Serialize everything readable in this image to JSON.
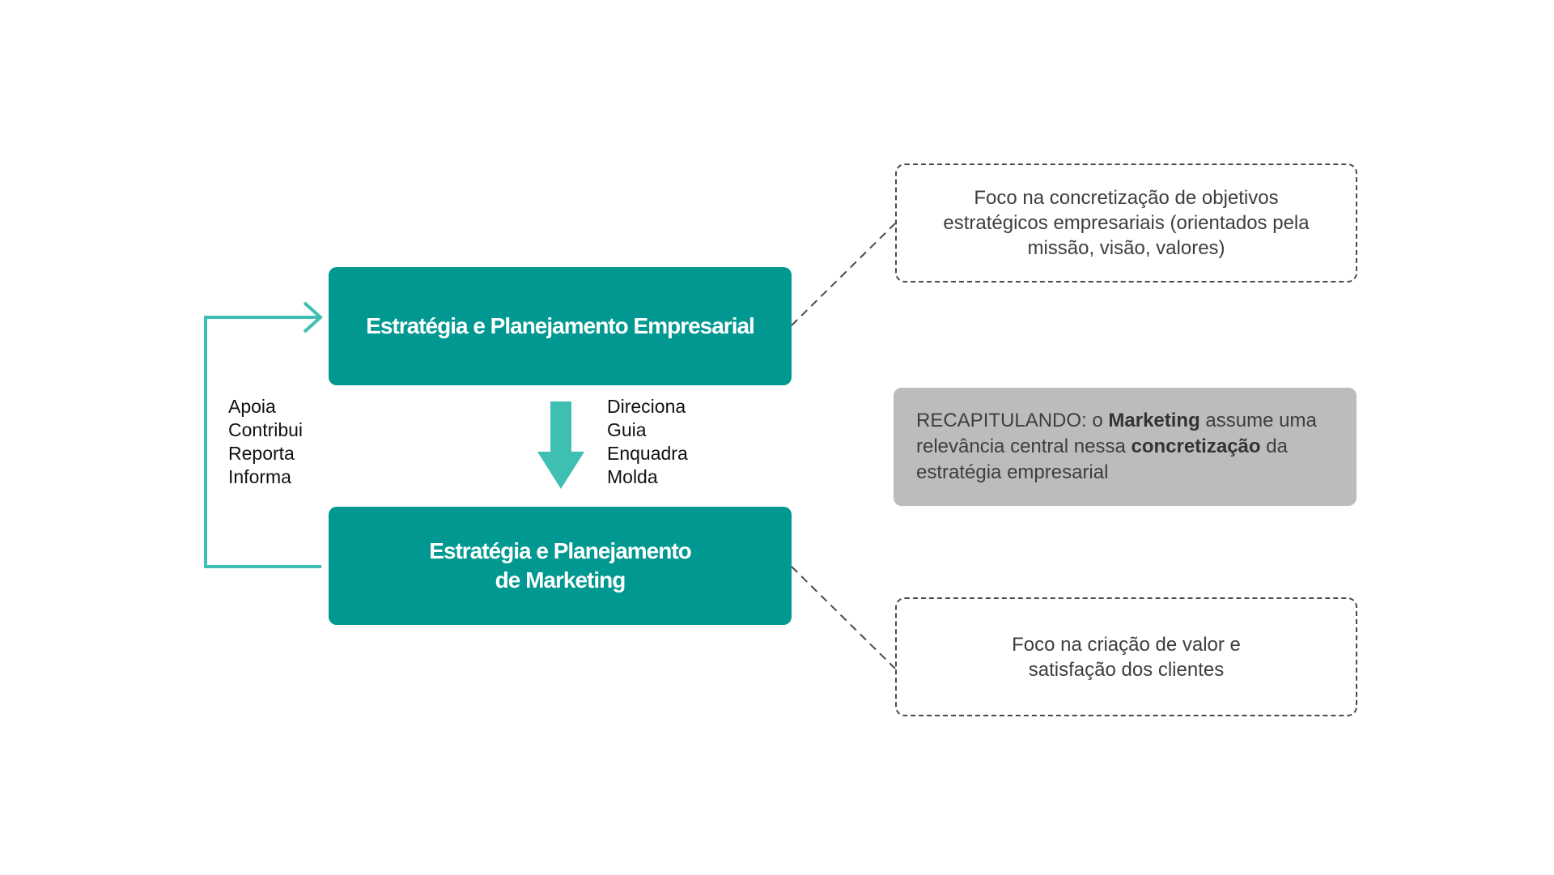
{
  "boxes": {
    "empresarial": {
      "title": "Estratégia e Planejamento Empresarial"
    },
    "marketing": {
      "title_line1": "Estratégia e Planejamento",
      "title_line2": "de Marketing"
    }
  },
  "notes": {
    "foco_objetivos": {
      "line1": "Foco na concretização de objetivos",
      "line2": "estratégicos empresariais (orientados pela",
      "line3": "missão, visão, valores)"
    },
    "foco_valor": {
      "line1": "Foco na criação de valor e",
      "line2": "satisfação dos clientes"
    },
    "recap": {
      "part1": "RECAPITULANDO: o ",
      "bold1": "Marketing",
      "part2": " assume uma",
      "part3": "relevância central nessa ",
      "bold2": "concretização",
      "part4": " da",
      "part5": "estratégia empresarial"
    }
  },
  "labels": {
    "upward": [
      "Apoia",
      "Contribui",
      "Reporta",
      "Informa"
    ],
    "downward": [
      "Direciona",
      "Guia",
      "Enquadra",
      "Molda"
    ]
  },
  "colors": {
    "teal_box": "#009890",
    "teal_arrow": "#3fbfb1",
    "recap_background": "#bbbcbe",
    "dashed_border": "#4a4a4a"
  }
}
